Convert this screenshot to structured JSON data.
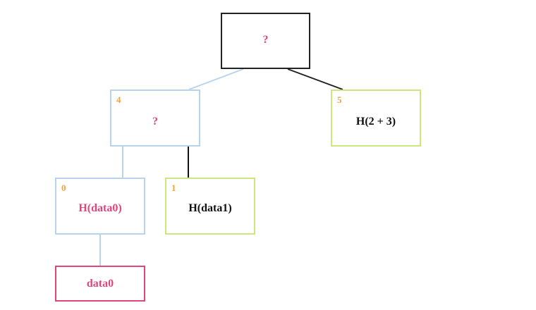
{
  "colors": {
    "hash_highlight": "#e0457b",
    "index_label": "#f2a33a",
    "path_edge": "#b8d4ec",
    "sibling_border": "#cde87a",
    "data_border": "#e0457b",
    "root_border": "#222222"
  },
  "nodes": {
    "root": {
      "label": "?"
    },
    "node4": {
      "index": "4",
      "label": "?"
    },
    "node5": {
      "index": "5",
      "label": "H(2 + 3)"
    },
    "node0": {
      "index": "0",
      "label": "H(data0)"
    },
    "node1": {
      "index": "1",
      "label": "H(data1)"
    },
    "data": {
      "label": "data0"
    }
  }
}
